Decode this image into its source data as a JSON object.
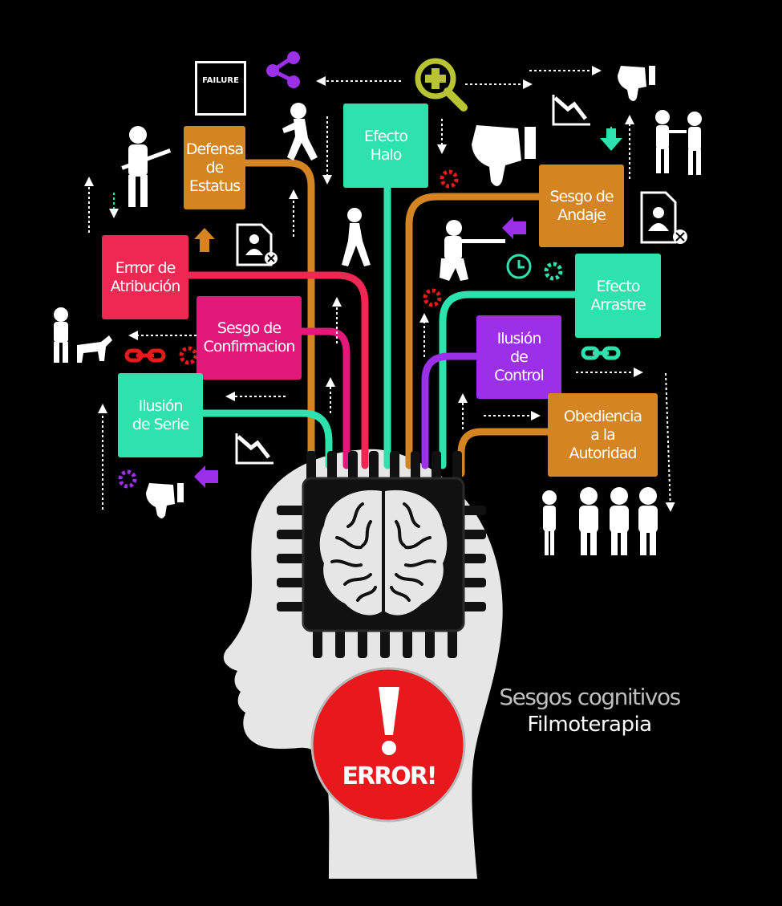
{
  "colors": {
    "background": "#000000",
    "head": "#e6e6e6",
    "chip": "#111111",
    "error_red": "#e8191c",
    "orange": "#d48421",
    "red": "#ee2753",
    "magenta": "#e2187a",
    "teal": "#2ee2ad",
    "purple": "#9c2fe8",
    "white": "#ffffff"
  },
  "biases": [
    {
      "key": "defensa",
      "label": "Defensa\nde\nEstatus",
      "color": "#d48421"
    },
    {
      "key": "efecto_halo",
      "label": "Efecto\nHalo",
      "color": "#2ee2ad"
    },
    {
      "key": "sesgo_andaje",
      "label": "Sesgo de\nAndaje",
      "color": "#d48421"
    },
    {
      "key": "error_atribucion",
      "label": "Errror de\nAtribución",
      "color": "#ee2753"
    },
    {
      "key": "sesgo_confirmacion",
      "label": "Sesgo de\nConfirmacion",
      "color": "#e2187a"
    },
    {
      "key": "efecto_arrastre",
      "label": "Efecto\nArrastre",
      "color": "#2ee2ad"
    },
    {
      "key": "ilusion_control",
      "label": "Ilusión\nde\nControl",
      "color": "#9c2fe8"
    },
    {
      "key": "ilusion_serie",
      "label": "Ilusión\nde Serie",
      "color": "#2ee2ad"
    },
    {
      "key": "obediencia",
      "label": "Obediencia\na la\nAutoridad",
      "color": "#d48421"
    }
  ],
  "badges": {
    "failure": "FAILURE",
    "error": "ERROR!"
  },
  "captions": {
    "title": "Sesgos cognitivos",
    "subtitle": "Filmoterapia",
    "title_color": "#bfbfbf",
    "subtitle_color": "#ffffff"
  },
  "icons": [
    "share-icon",
    "magnify-plus-icon",
    "thumbs-down-icon",
    "trend-down-icon",
    "arguing-people-icon",
    "soldier-rifle-icon",
    "gear-icon",
    "clock-icon",
    "link-icon",
    "id-card-reject-icon",
    "arrow-up-icon",
    "arrow-left-icon",
    "saluting-soldiers-icon",
    "soldier-dog-icon",
    "running-man-icon",
    "panic-man-icon",
    "brain-icon",
    "chip-icon",
    "head-silhouette-icon",
    "exclamation-icon"
  ]
}
